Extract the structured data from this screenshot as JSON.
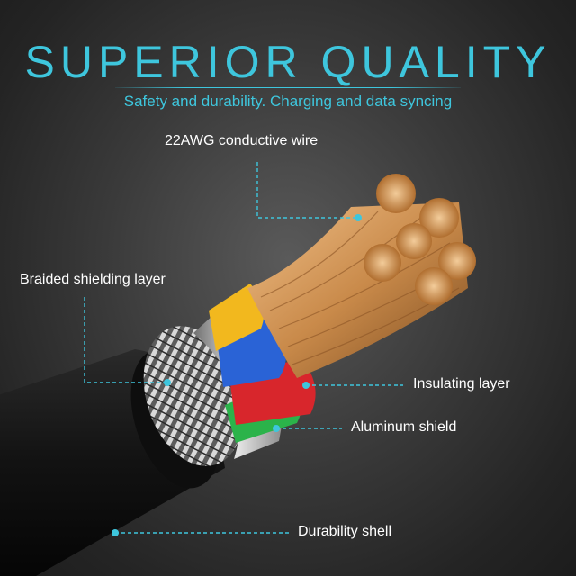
{
  "heading": {
    "title": "SUPERIOR QUALITY",
    "subtitle": "Safety and durability. Charging and data syncing"
  },
  "callouts": {
    "wire": "22AWG conductive wire",
    "braided": "Braided shielding layer",
    "insulating": "Insulating layer",
    "aluminum": "Aluminum shield",
    "shell": "Durability shell"
  },
  "colors": {
    "accent": "#3ec6dd",
    "copper": "#c98a4a",
    "insulation_yellow": "#f2b81e",
    "insulation_blue": "#2a63d6",
    "insulation_red": "#d8262c",
    "insulation_green": "#2bb34a",
    "jacket": "#141414"
  }
}
